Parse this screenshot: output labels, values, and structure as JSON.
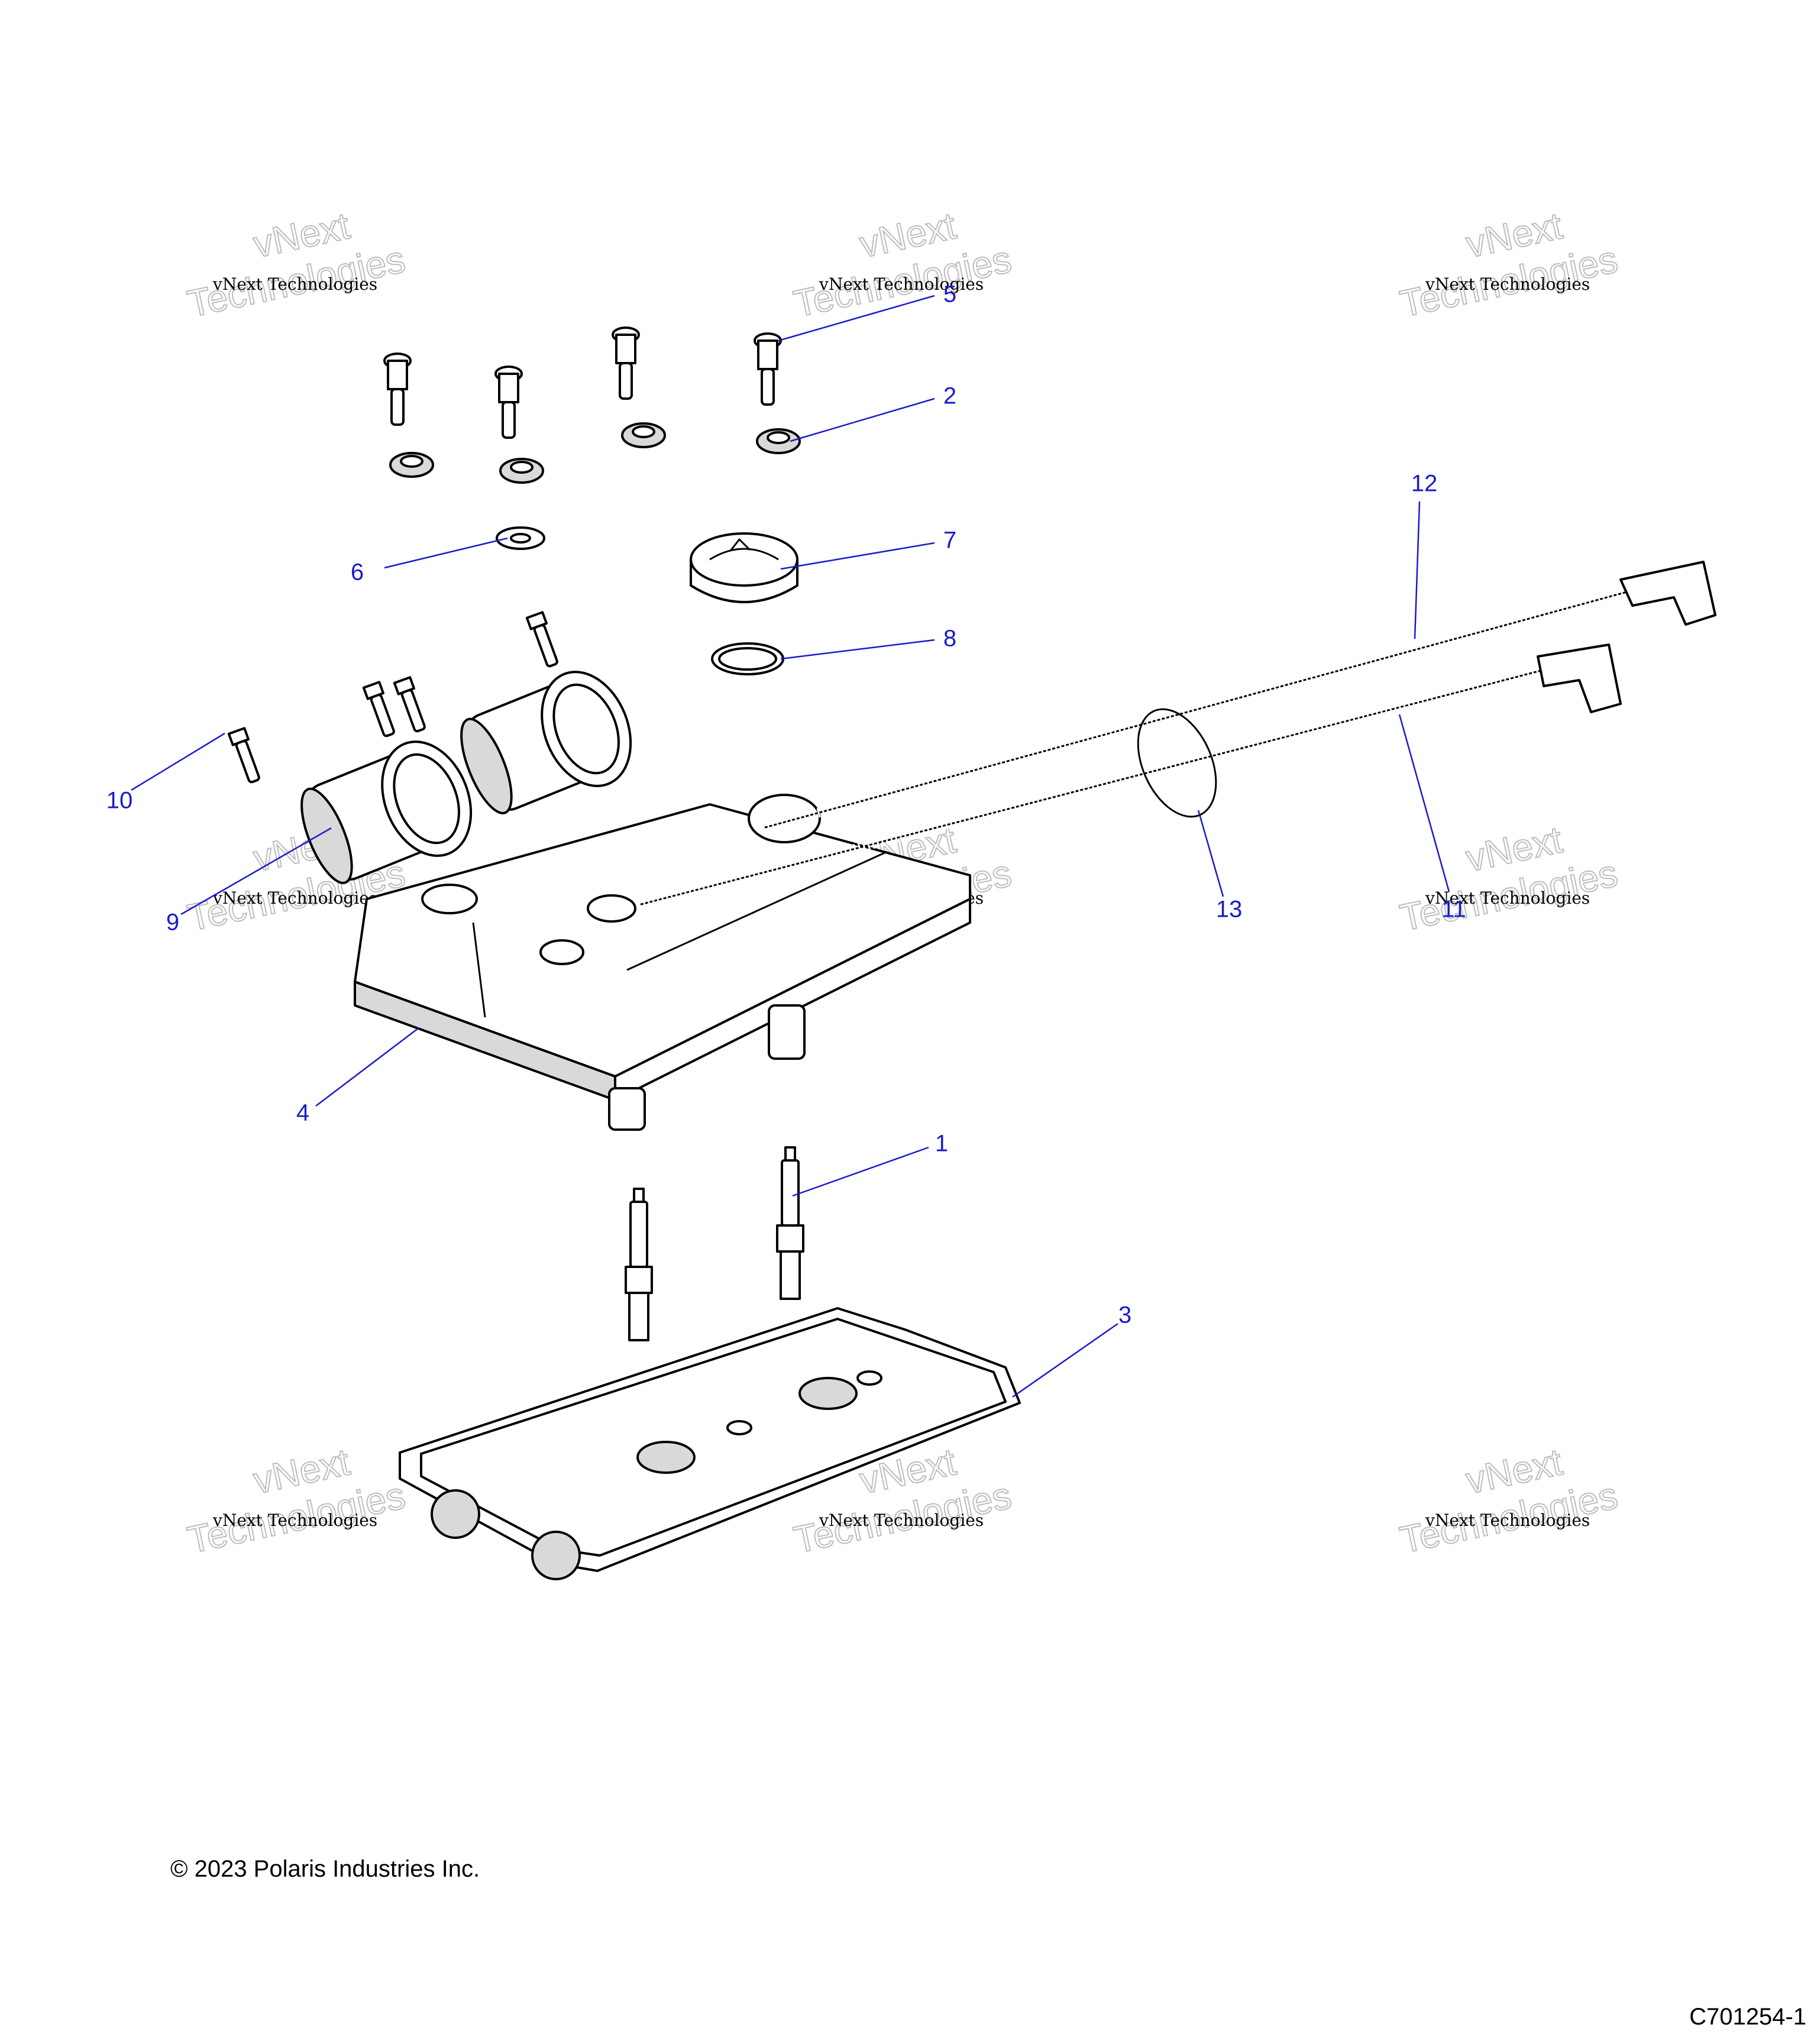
{
  "copyright": "© 2023 Polaris Industries Inc.",
  "drawing_number": "C701254-1",
  "watermark": {
    "small": "vNext Technologies",
    "big_line1": "vNext",
    "big_line2": "Technologies"
  },
  "callouts": [
    {
      "id": "1",
      "label": "1"
    },
    {
      "id": "2",
      "label": "2"
    },
    {
      "id": "3",
      "label": "3"
    },
    {
      "id": "4",
      "label": "4"
    },
    {
      "id": "5",
      "label": "5"
    },
    {
      "id": "6",
      "label": "6"
    },
    {
      "id": "7",
      "label": "7"
    },
    {
      "id": "8",
      "label": "8"
    },
    {
      "id": "9",
      "label": "9"
    },
    {
      "id": "10",
      "label": "10"
    },
    {
      "id": "11",
      "label": "11"
    },
    {
      "id": "12",
      "label": "12"
    },
    {
      "id": "13",
      "label": "13"
    }
  ],
  "colors": {
    "callout": "#1a1acc",
    "line": "#000000",
    "shade": "#d9d9d9"
  }
}
